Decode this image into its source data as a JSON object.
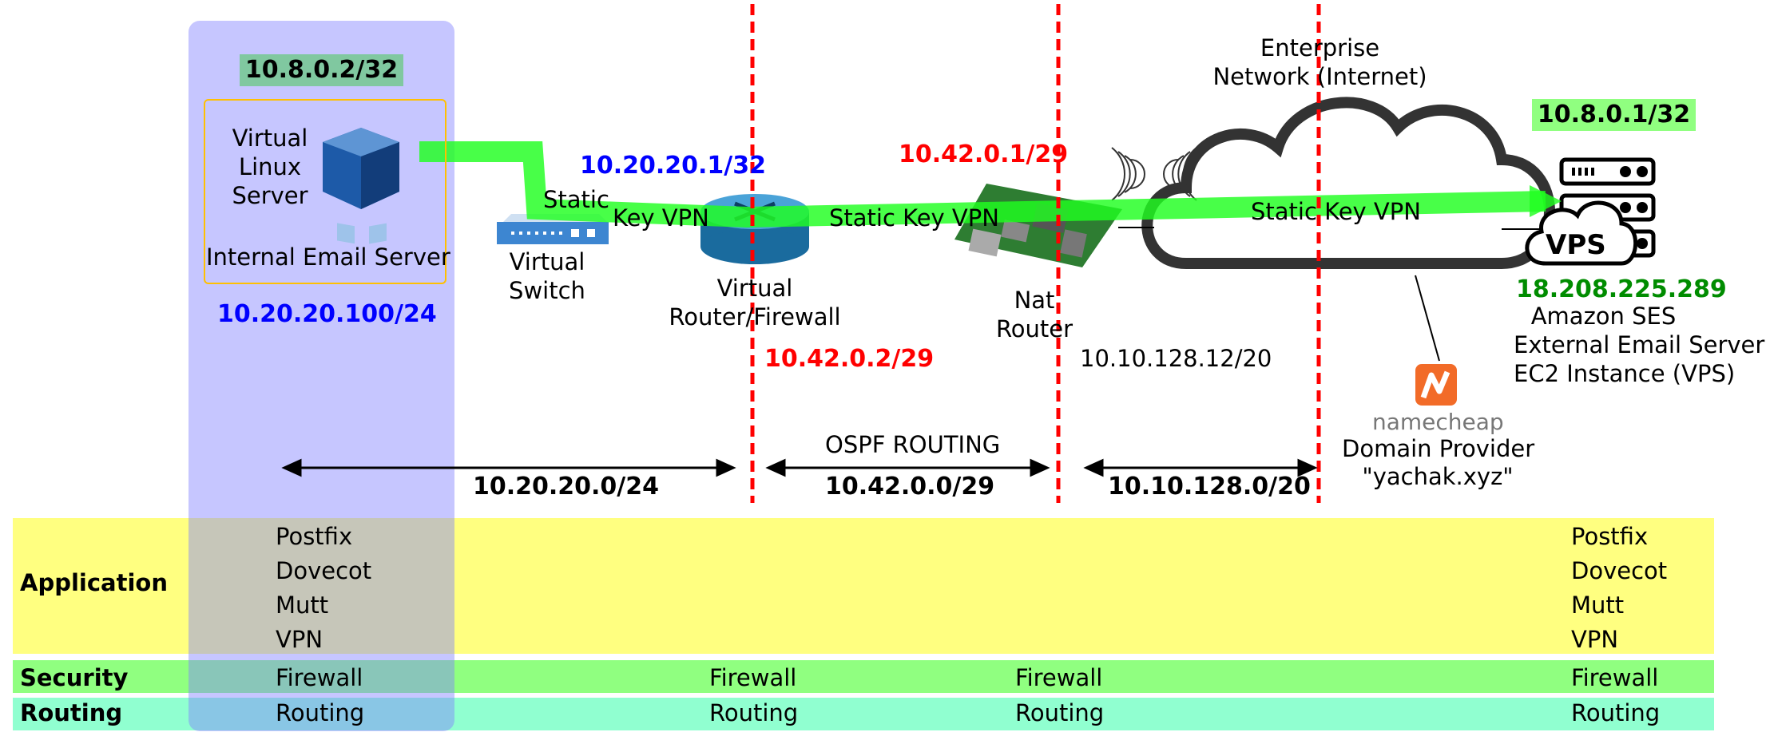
{
  "colors": {
    "app_band": "#ffff80",
    "security_band": "#90ff80",
    "routing_band": "#90ffd0",
    "local_column": "#8080ff",
    "vpn_path": "#20ff20",
    "divider": "#ff0000",
    "ip_blue": "#0000ff",
    "ip_red": "#ff0000",
    "ip_green": "#008c00"
  },
  "nodes": {
    "local_ip": "10.8.0.2/32",
    "vbox_label": [
      "Virtual",
      "Linux",
      "Server"
    ],
    "internal_server": "Internal Email Server",
    "internal_ip": "10.20.20.100/24",
    "switch_label": [
      "Virtual",
      "Switch"
    ],
    "router_ip_top": "10.20.20.1/32",
    "router_label": [
      "Virtual",
      "Router/Firewall"
    ],
    "router_ip_bottom": "10.42.0.2/29",
    "nat_ip_top": "10.42.0.1/29",
    "nat_label": [
      "Nat",
      "Router"
    ],
    "nat_ip_bottom": "10.10.128.12/20",
    "cloud_label": [
      "Enterprise",
      "Network (Internet)"
    ],
    "vps_ip_top": "10.8.0.1/32",
    "vps_icon_text": "VPS",
    "vps_public_ip": "18.208.225.289",
    "vps_label": [
      "Amazon SES",
      "External Email Server",
      "EC2 Instance (VPS)"
    ],
    "namecheap_logo": "namecheap",
    "domain_provider": "Domain Provider",
    "domain_name": "\"yachak.xyz\""
  },
  "vpn_labels": [
    "Static",
    "Key VPN",
    "Static Key VPN",
    "Static Key VPN"
  ],
  "subnets": {
    "lan": "10.20.20.0/24",
    "ospf_title": "OSPF ROUTING",
    "ospf": "10.42.0.0/29",
    "wan": "10.10.128.0/20"
  },
  "layers": {
    "application": {
      "label": "Application",
      "local_items": [
        "Postfix",
        "Dovecot",
        "Mutt",
        "VPN"
      ],
      "vps_items": [
        "Postfix",
        "Dovecot",
        "Mutt",
        "VPN"
      ]
    },
    "security": {
      "label": "Security",
      "items": [
        "Firewall",
        "Firewall",
        "Firewall",
        "Firewall"
      ]
    },
    "routing": {
      "label": "Routing",
      "items": [
        "Routing",
        "Routing",
        "Routing",
        "Routing"
      ]
    }
  }
}
